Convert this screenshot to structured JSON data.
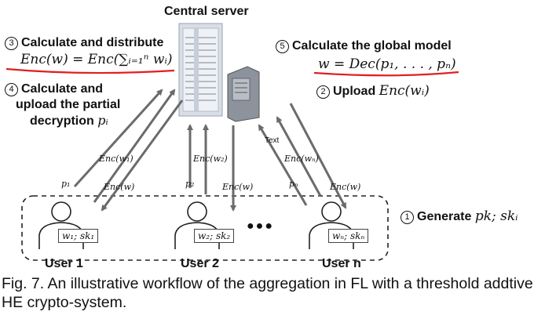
{
  "server": {
    "title": "Central server"
  },
  "steps": {
    "step3": {
      "num": "3",
      "label": "Calculate and distribute",
      "formula": "Enc(w) = Enc(∑ᵢ₌₁ⁿ wᵢ)"
    },
    "step4": {
      "num": "4",
      "line1": "Calculate and",
      "line2": "upload the partial",
      "line3": "decryption",
      "var": "pᵢ"
    },
    "step5": {
      "num": "5",
      "label": "Calculate the global model",
      "formula": "w = Dec(p₁, . . . , pₙ)"
    },
    "step2": {
      "num": "2",
      "label": "Upload",
      "formula": "Enc(wᵢ)"
    },
    "step1": {
      "num": "1",
      "label": "Generate",
      "formula": "pk; skᵢ"
    }
  },
  "edge_labels": {
    "enc_w1": "Enc(w₁)",
    "enc_w2": "Enc(w₂)",
    "enc_wn": "Enc(wₙ)",
    "enc_w_1": "Enc(w)",
    "enc_w_2": "Enc(w)",
    "enc_w_n": "Enc(w)",
    "p1": "p₁",
    "p2": "p₂",
    "pn": "pₙ",
    "text_tag": "Text"
  },
  "users": [
    {
      "name": "User 1",
      "key": "w₁; sk₁"
    },
    {
      "name": "User 2",
      "key": "w₂; sk₂"
    },
    {
      "name": "User n",
      "key": "wₙ; skₙ"
    }
  ],
  "ellipsis": "●●●",
  "caption": "Fig. 7. An illustrative workflow of the aggregation in FL with a threshold addtive HE crypto-system.",
  "colors": {
    "arrow": "#6b6b6b",
    "underline": "#e0201f"
  }
}
